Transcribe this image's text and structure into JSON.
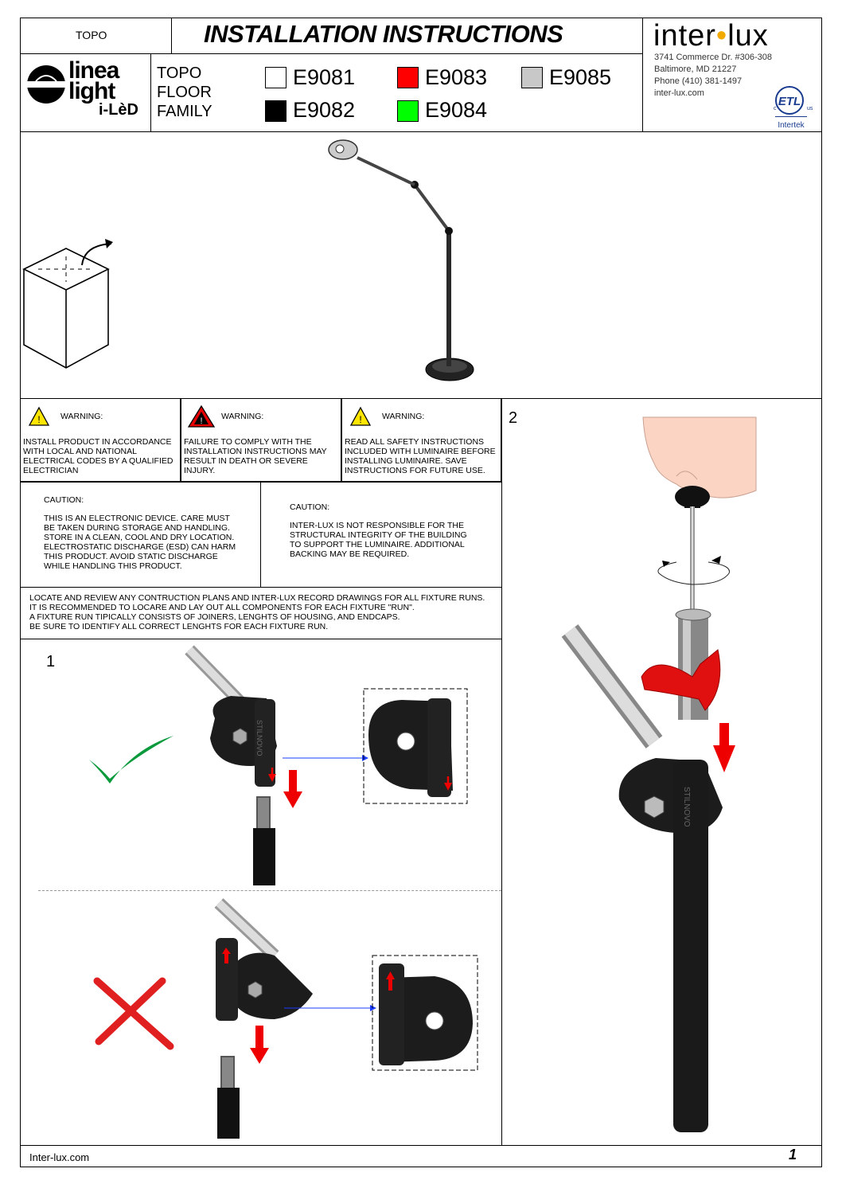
{
  "header": {
    "product_short": "TOPO",
    "title": "INSTALLATION INSTRUCTIONS",
    "family_lines": [
      "TOPO",
      "FLOOR",
      "FAMILY"
    ],
    "codes": [
      {
        "code": "E9081",
        "color": "#ffffff"
      },
      {
        "code": "E9082",
        "color": "#000000"
      },
      {
        "code": "E9083",
        "color": "#ff0000"
      },
      {
        "code": "E9084",
        "color": "#00ff00"
      },
      {
        "code": "E9085",
        "color": "#c8c8c8"
      }
    ],
    "linea_logo": {
      "line1": "linea",
      "line2": "light",
      "line3": "i-LèD"
    },
    "company": {
      "name_left": "inter",
      "name_right": "lux",
      "address1": "3741 Commerce Dr. #306-308",
      "address2": "Baltimore, MD 21227",
      "phone": "Phone (410) 381-1497",
      "web": "inter-lux.com"
    },
    "etl_mark": {
      "logo": "ETL",
      "c": "c",
      "us": "us",
      "intertek": "Intertek"
    }
  },
  "warnings": [
    {
      "label": "WARNING:",
      "icon": "warning-yellow",
      "text": "INSTALL PRODUCT IN ACCORDANCE WITH LOCAL AND NATIONAL ELECTRICAL CODES BY A QUALIFIED ELECTRICIAN"
    },
    {
      "label": "WARNING:",
      "icon": "warning-red",
      "text": "FAILURE TO COMPLY WITH THE INSTALLATION INSTRUCTIONS MAY RESULT IN DEATH OR SEVERE INJURY."
    },
    {
      "label": "WARNING:",
      "icon": "warning-yellow",
      "text": "READ ALL SAFETY INSTRUCTIONS INCLUDED WITH LUMINAIRE BEFORE INSTALLING LUMINAIRE. SAVE INSTRUCTIONS FOR FUTURE USE."
    }
  ],
  "cautions": [
    {
      "label": "CAUTION:",
      "text": "THIS IS AN ELECTRONIC DEVICE. CARE MUST BE TAKEN DURING STORAGE AND HANDLING. STORE IN A CLEAN, COOL AND DRY LOCATION. ELECTROSTATIC DISCHARGE (ESD) CAN HARM THIS PRODUCT. AVOID STATIC DISCHARGE WHILE HANDLING THIS PRODUCT."
    },
    {
      "label": "CAUTION:",
      "text": "INTER-LUX IS NOT RESPONSIBLE FOR THE STRUCTURAL INTEGRITY OF THE BUILDING TO SUPPORT THE LUMINAIRE. ADDITIONAL BACKING MAY BE REQUIRED."
    }
  ],
  "locate_note": [
    "LOCATE AND REVIEW ANY CONTRUCTION PLANS AND INTER-LUX RECORD DRAWINGS FOR ALL FIXTURE RUNS.",
    "IT IS RECOMMENDED TO LOCARE AND LAY OUT ALL COMPONENTS FOR EACH FIXTURE \"RUN\".",
    "A FIXTURE RUN TIPICALLY CONSISTS OF JOINERS, LENGHTS OF HOUSING, AND ENDCAPS.",
    "BE SURE TO IDENTIFY ALL CORRECT LENGHTS FOR EACH FIXTURE RUN."
  ],
  "steps": {
    "step1": "1",
    "step2": "2"
  },
  "joint_brand": "STILNOVO",
  "footer": {
    "website": "Inter-lux.com",
    "page": "1"
  }
}
